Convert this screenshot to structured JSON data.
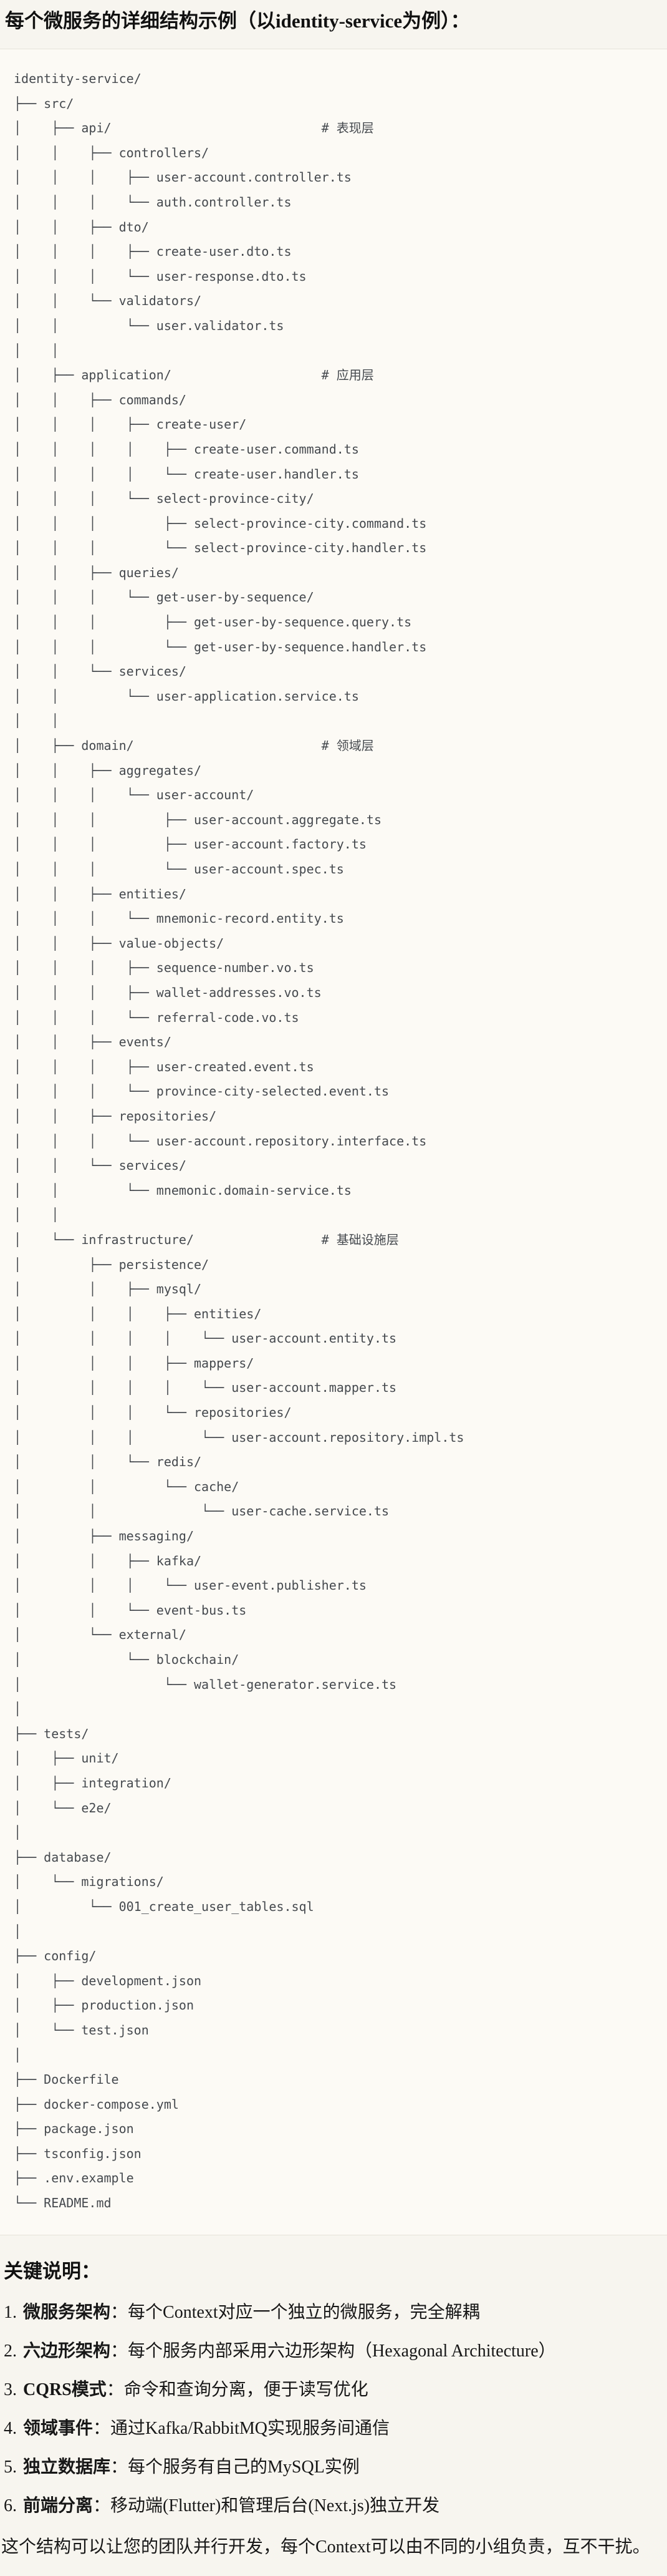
{
  "title": "每个微服务的详细结构示例（以identity-service为例）：",
  "tree_lines": [
    "identity-service/",
    "├── src/",
    "│    ├── api/                            # 表现层",
    "│    │    ├── controllers/",
    "│    │    │    ├── user-account.controller.ts",
    "│    │    │    └── auth.controller.ts",
    "│    │    ├── dto/",
    "│    │    │    ├── create-user.dto.ts",
    "│    │    │    └── user-response.dto.ts",
    "│    │    └── validators/",
    "│    │         └── user.validator.ts",
    "│    │",
    "│    ├── application/                    # 应用层",
    "│    │    ├── commands/",
    "│    │    │    ├── create-user/",
    "│    │    │    │    ├── create-user.command.ts",
    "│    │    │    │    └── create-user.handler.ts",
    "│    │    │    └── select-province-city/",
    "│    │    │         ├── select-province-city.command.ts",
    "│    │    │         └── select-province-city.handler.ts",
    "│    │    ├── queries/",
    "│    │    │    └── get-user-by-sequence/",
    "│    │    │         ├── get-user-by-sequence.query.ts",
    "│    │    │         └── get-user-by-sequence.handler.ts",
    "│    │    └── services/",
    "│    │         └── user-application.service.ts",
    "│    │",
    "│    ├── domain/                         # 领域层",
    "│    │    ├── aggregates/",
    "│    │    │    └── user-account/",
    "│    │    │         ├── user-account.aggregate.ts",
    "│    │    │         ├── user-account.factory.ts",
    "│    │    │         └── user-account.spec.ts",
    "│    │    ├── entities/",
    "│    │    │    └── mnemonic-record.entity.ts",
    "│    │    ├── value-objects/",
    "│    │    │    ├── sequence-number.vo.ts",
    "│    │    │    ├── wallet-addresses.vo.ts",
    "│    │    │    └── referral-code.vo.ts",
    "│    │    ├── events/",
    "│    │    │    ├── user-created.event.ts",
    "│    │    │    └── province-city-selected.event.ts",
    "│    │    ├── repositories/",
    "│    │    │    └── user-account.repository.interface.ts",
    "│    │    └── services/",
    "│    │         └── mnemonic.domain-service.ts",
    "│    │",
    "│    └── infrastructure/                 # 基础设施层",
    "│         ├── persistence/",
    "│         │    ├── mysql/",
    "│         │    │    ├── entities/",
    "│         │    │    │    └── user-account.entity.ts",
    "│         │    │    ├── mappers/",
    "│         │    │    │    └── user-account.mapper.ts",
    "│         │    │    └── repositories/",
    "│         │    │         └── user-account.repository.impl.ts",
    "│         │    └── redis/",
    "│         │         └── cache/",
    "│         │              └── user-cache.service.ts",
    "│         ├── messaging/",
    "│         │    ├── kafka/",
    "│         │    │    └── user-event.publisher.ts",
    "│         │    └── event-bus.ts",
    "│         └── external/",
    "│              └── blockchain/",
    "│                   └── wallet-generator.service.ts",
    "│",
    "├── tests/",
    "│    ├── unit/",
    "│    ├── integration/",
    "│    └── e2e/",
    "│",
    "├── database/",
    "│    └── migrations/",
    "│         └── 001_create_user_tables.sql",
    "│",
    "├── config/",
    "│    ├── development.json",
    "│    ├── production.json",
    "│    └── test.json",
    "│",
    "├── Dockerfile",
    "├── docker-compose.yml",
    "├── package.json",
    "├── tsconfig.json",
    "├── .env.example",
    "└── README.md"
  ],
  "tree_comments": [
    "# 表现层",
    "# 应用层",
    "# 领域层",
    "# 基础设施层"
  ],
  "notes_heading": "关键说明：",
  "notes": [
    {
      "number": "1.",
      "label": "微服务架构",
      "text": "：每个Context对应一个独立的微服务，完全解耦"
    },
    {
      "number": "2.",
      "label": "六边形架构",
      "text": "：每个服务内部采用六边形架构（Hexagonal Architecture）"
    },
    {
      "number": "3.",
      "label": "CQRS模式",
      "text": "：命令和查询分离，便于读写优化"
    },
    {
      "number": "4.",
      "label": "领域事件",
      "text": "：通过Kafka/RabbitMQ实现服务间通信"
    },
    {
      "number": "5.",
      "label": "独立数据库",
      "text": "：每个服务有自己的MySQL实例"
    },
    {
      "number": "6.",
      "label": "前端分离",
      "text": "：移动端(Flutter)和管理后台(Next.js)独立开发"
    }
  ],
  "footer": "这个结构可以让您的团队并行开发，每个Context可以由不同的小组负责，互不干扰。",
  "colors": {
    "page_background": "#f7f5ef",
    "code_background": "#fcfaf5",
    "code_border": "#e6e3da",
    "tree_text": "#45494e",
    "body_text": "#171717"
  }
}
